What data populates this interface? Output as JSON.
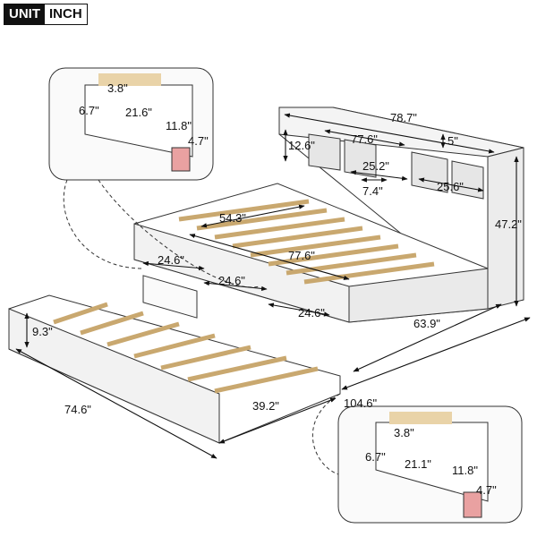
{
  "unit_badge": {
    "left": "UNIT",
    "right": "INCH"
  },
  "dimensions": {
    "overall_width": "78.7\"",
    "inner_width": "77.6\"",
    "shelf_depth": "5\"",
    "shelf_height": "12.6\"",
    "shelf_middle": "25.2\"",
    "shelf_right": "25.6\"",
    "shelf_small": "7.4\"",
    "headboard_height": "47.2\"",
    "slat_width": "54.3\"",
    "inner_length": "77.6\"",
    "drawer_1": "24.6\"",
    "drawer_2": "24.6\"",
    "drawer_3": "24.6\"",
    "bed_depth": "63.9\"",
    "trundle_height": "9.3\"",
    "trundle_length": "74.6\"",
    "trundle_width": "39.2\"",
    "overall_length": "104.6\""
  },
  "detail_top": {
    "d1": "3.8\"",
    "d2": "6.7\"",
    "d3": "21.6\"",
    "d4": "11.8\"",
    "d5": "4.7\""
  },
  "detail_bottom": {
    "d1": "3.8\"",
    "d2": "6.7\"",
    "d3": "21.1\"",
    "d4": "11.8\"",
    "d5": "4.7\""
  },
  "colors": {
    "frame": "#ffffff",
    "outline": "#333333",
    "wood": "#e9d3a8",
    "text": "#111111"
  }
}
